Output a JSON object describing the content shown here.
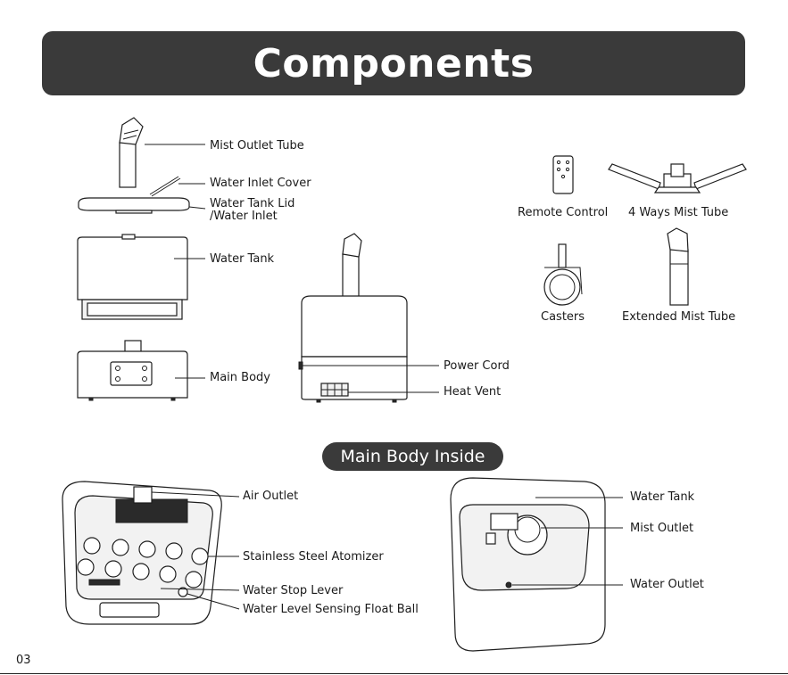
{
  "header": {
    "title": "Components"
  },
  "section": {
    "title": "Main Body Inside"
  },
  "labels": {
    "mist_outlet_tube": "Mist Outlet Tube",
    "water_inlet_cover": "Water Inlet Cover",
    "water_tank_lid_1": "Water Tank Lid",
    "water_tank_lid_2": "/Water Inlet",
    "water_tank": "Water Tank",
    "main_body": "Main Body",
    "power_cord": "Power Cord",
    "heat_vent": "Heat Vent",
    "remote_control": "Remote Control",
    "four_ways_mist_tube": "4 Ways Mist Tube",
    "casters": "Casters",
    "extended_mist_tube": "Extended Mist Tube",
    "air_outlet": "Air Outlet",
    "stainless_steel_atomizer": "Stainless Steel Atomizer",
    "water_stop_lever": "Water Stop Lever",
    "water_level_float_ball": "Water Level Sensing Float Ball",
    "inside_water_tank": "Water Tank",
    "mist_outlet": "Mist Outlet",
    "water_outlet": "Water Outlet"
  },
  "footer": {
    "page_number": "03"
  }
}
